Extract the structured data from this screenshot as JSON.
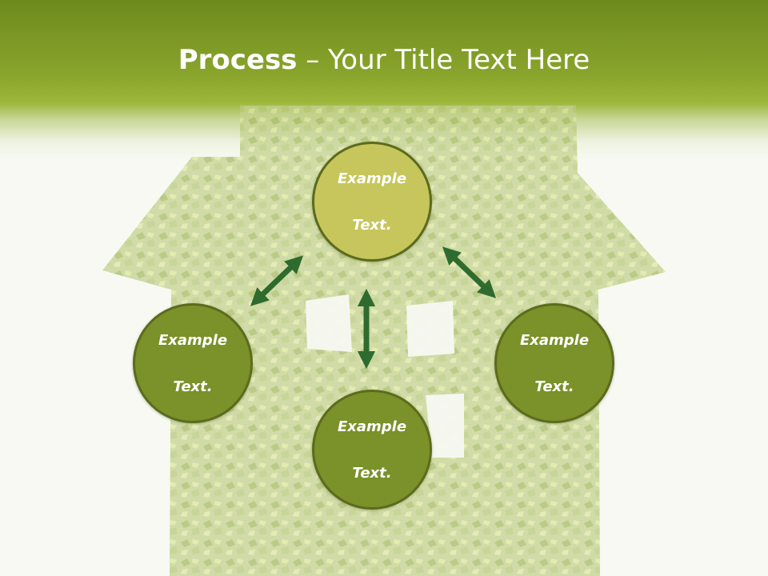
{
  "title": {
    "bold": "Process",
    "rest": " – Your Title Text Here"
  },
  "nodes": {
    "top": {
      "line1": "Example",
      "line2": "Text."
    },
    "left": {
      "line1": "Example",
      "line2": "Text."
    },
    "right": {
      "line1": "Example",
      "line2": "Text."
    },
    "bottom": {
      "line1": "Example",
      "line2": "Text."
    }
  },
  "colors": {
    "header_green": "#8aa52c",
    "node_highlight": "#c6c65c",
    "node_fill": "#7b9129",
    "node_border": "#5c6b1c",
    "arrow": "#2f6b2f"
  }
}
